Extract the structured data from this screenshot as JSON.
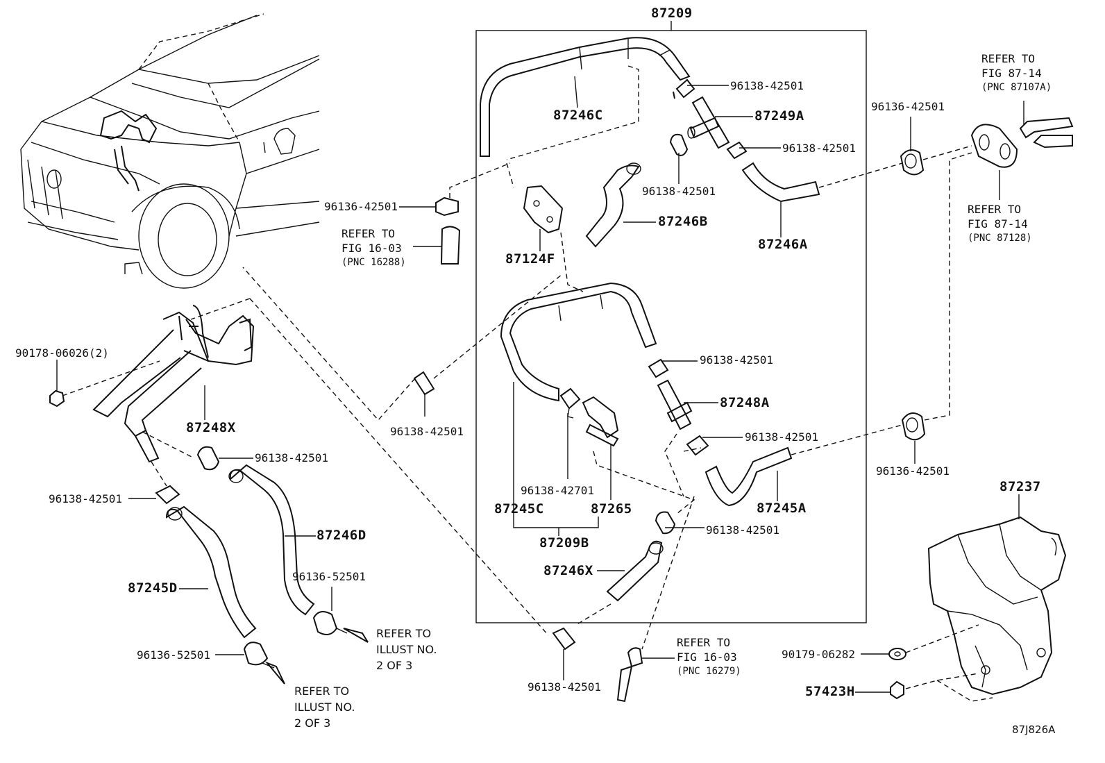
{
  "figure_id": "87J826A",
  "assembly_group": "87209",
  "sub_assembly": "87209B",
  "labels": {
    "p87246C": "87246C",
    "p96138_a": "96138-42501",
    "p87249A": "87249A",
    "p96138_b": "96138-42501",
    "p96138_c": "96138-42501",
    "p87246B": "87246B",
    "p87246A": "87246A",
    "p87124F": "87124F",
    "p96136_a": "96136-42501",
    "p96136_b": "96136-42501",
    "p96136_c": "96136-42501",
    "p90178": "90178-06026(2)",
    "p87248X": "87248X",
    "p96138_d": "96138-42501",
    "p96138_e": "96138-42501",
    "p96138_f": "96138-42501",
    "p96138_g": "96138-42501",
    "p87248A": "87248A",
    "p96138_h": "96138-42501",
    "p96138_42701": "96138-42701",
    "p87245C": "87245C",
    "p87265": "87265",
    "p87245A": "87245A",
    "p96138_i": "96138-42501",
    "p87246X": "87246X",
    "p87246D": "87246D",
    "p96136_52501_a": "96136-52501",
    "p87245D": "87245D",
    "p96136_52501_b": "96136-52501",
    "p96138_j": "96138-42501",
    "p87237": "87237",
    "p90179": "90179-06282",
    "p57423H": "57423H"
  },
  "references": {
    "fig16_03_top": {
      "l1": "REFER TO",
      "l2": "FIG 16-03",
      "pnc": "(PNC 16288)"
    },
    "fig87_14_top": {
      "l1": "REFER TO",
      "l2": "FIG 87-14",
      "pnc": "(PNC 87107A)"
    },
    "fig87_14_mid": {
      "l1": "REFER TO",
      "l2": "FIG 87-14",
      "pnc": "(PNC 87128)"
    },
    "fig16_03_bot": {
      "l1": "REFER TO",
      "l2": "FIG 16-03",
      "pnc": "(PNC 16279)"
    },
    "illust_a": {
      "l1": "REFER TO",
      "l2": "ILLUST NO.",
      "l3": "2 OF 3"
    },
    "illust_b": {
      "l1": "REFER TO",
      "l2": "ILLUST NO.",
      "l3": "2 OF 3"
    }
  }
}
